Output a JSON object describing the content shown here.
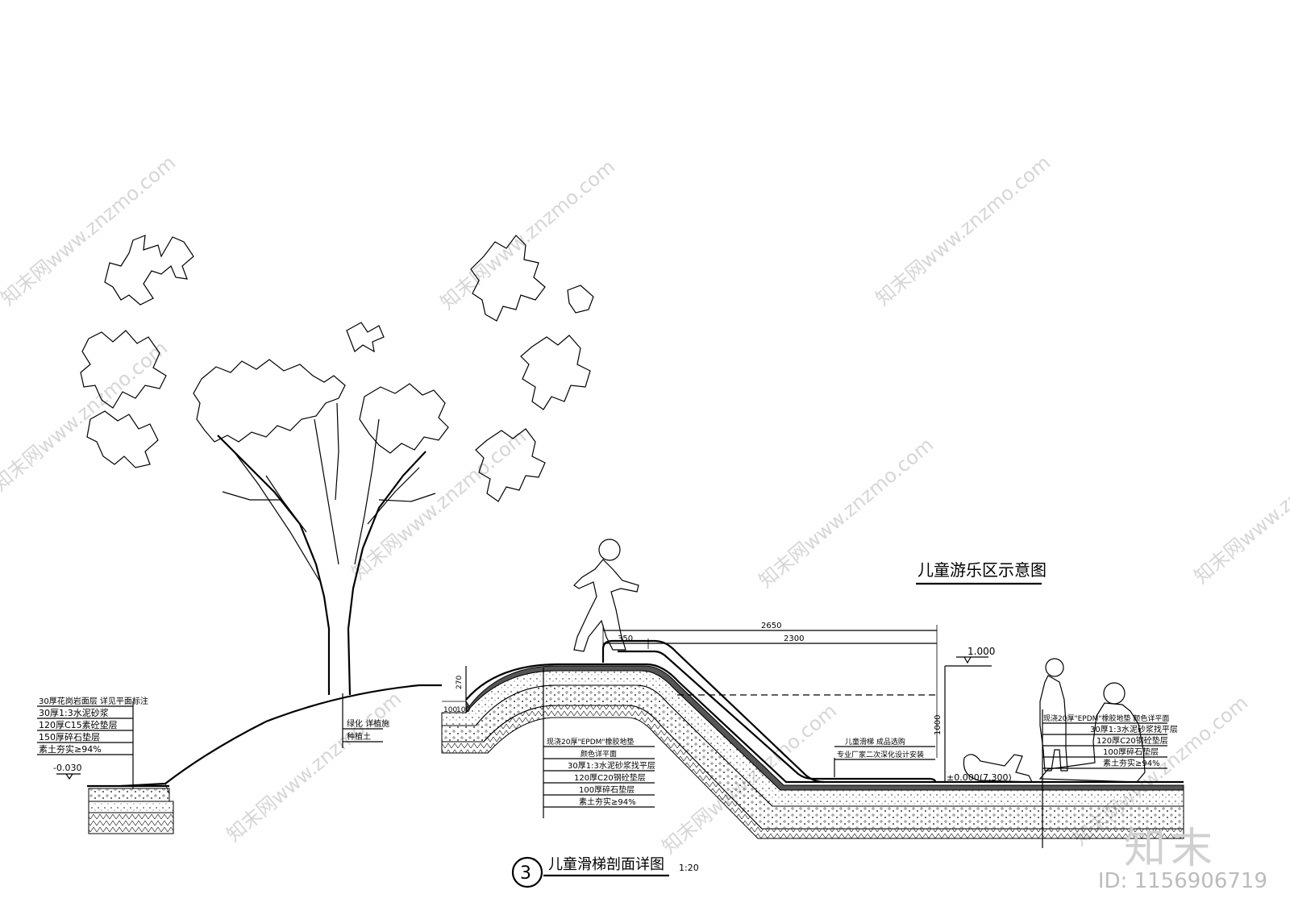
{
  "titles": {
    "play_area": "儿童游乐区示意图",
    "slide_section": "儿童滑梯剖面详图",
    "slide_scale": "1:20",
    "slide_number": "3"
  },
  "dimensions": {
    "overall": "2650",
    "landing": "350",
    "slide_length": "2300",
    "rise": "270",
    "step_a": "100",
    "step_b": "100",
    "height": "1000",
    "elev_top": "1.000",
    "elev_base": "±0.000(7.300)",
    "elev_left": "-0.030"
  },
  "left_callout": [
    "30厚花岗岩面层 详见平面标注",
    "30厚1:3水泥砂浆",
    "120厚C15素砼垫层",
    "150厚碎石垫层",
    "素土夯实≥94%"
  ],
  "tree_callout": [
    "绿化 详植施",
    "种植土"
  ],
  "center_callout": [
    "现浇20厚\"EPDM\"橡胶地垫",
    "颜色详平面",
    "30厚1:3水泥砂浆找平层",
    "120厚C20钢砼垫层",
    "100厚碎石垫层",
    "素土夯实≥94%"
  ],
  "slide_callout": [
    "儿童滑梯 成品选购",
    "专业厂家二次深化设计安装"
  ],
  "right_callout": [
    "现浇20厚\"EPDM\"橡胶地垫 颜色详平面",
    "30厚1:3水泥砂浆找平层",
    "120厚C20钢砼垫层",
    "100厚碎石垫层",
    "素土夯实≥94%"
  ],
  "watermark": "知末网www.znzmo.com",
  "brand": "知末",
  "image_id": "ID: 1156906719"
}
